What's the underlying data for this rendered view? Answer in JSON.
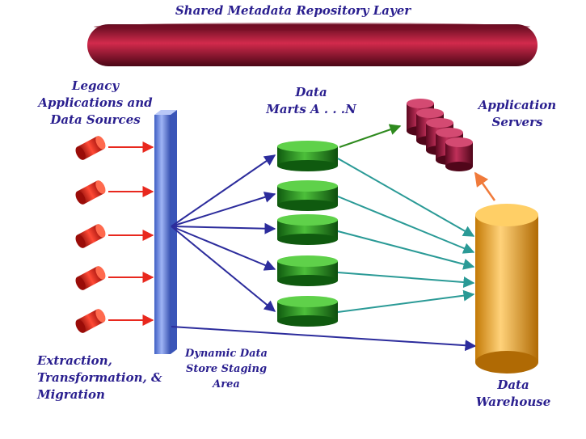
{
  "diagram": {
    "repository_label": "Shared Metadata Repository Layer",
    "sources_label_lines": [
      "Legacy",
      "Applications and",
      "Data Sources"
    ],
    "marts_label_lines": [
      "Data",
      "Marts A . . .N"
    ],
    "servers_label_lines": [
      "Application",
      "Servers"
    ],
    "etl_label_lines": [
      "Extraction,",
      "Transformation, &",
      "Migration"
    ],
    "staging_label_lines": [
      "Dynamic Data",
      "Store Staging",
      "Area"
    ],
    "warehouse_label_lines": [
      "Data",
      "Warehouse"
    ]
  },
  "colors": {
    "label_text": "#2a1f8f",
    "repository_band": "#b0163a",
    "source_cylinders": "#d4140e",
    "source_arrows": "#e8281e",
    "staging_bar": "#6f8fe6",
    "staging_arrows": "#2c2c9c",
    "data_marts": "#1f8a1f",
    "mart_to_warehouse_arrows": "#2a9a96",
    "mart_to_server_arrow": "#2e8a1e",
    "app_servers": "#8c1030",
    "warehouse": "#f2a626",
    "warehouse_to_server_arrow": "#f07a3a"
  }
}
